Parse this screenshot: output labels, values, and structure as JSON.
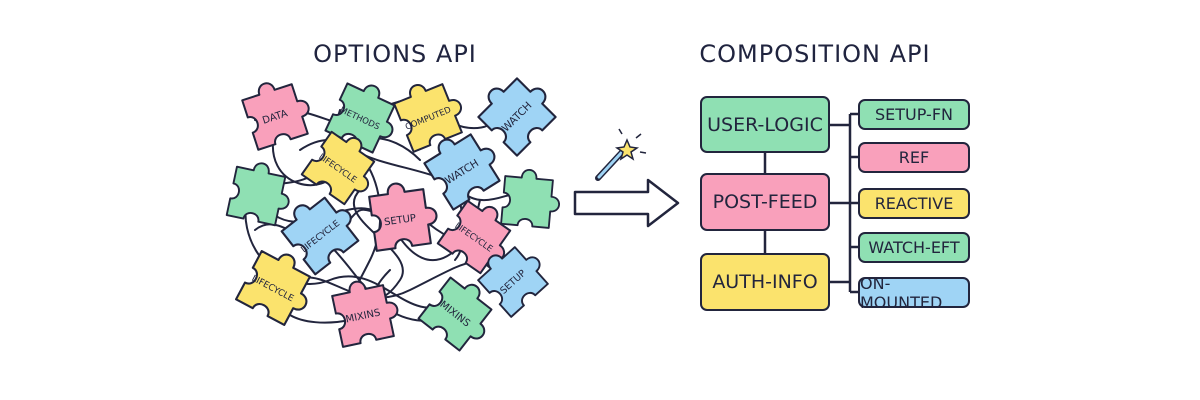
{
  "options_api": {
    "title": "OPTIONS API",
    "pieces": [
      {
        "label": "DATA",
        "color": "#f9a0bb"
      },
      {
        "label": "METHODS",
        "color": "#8fe0b3"
      },
      {
        "label": "COMPUTED",
        "color": "#fbe36d"
      },
      {
        "label": "WATCH",
        "color": "#9fd4f5"
      },
      {
        "label": "LIFECYCLE",
        "color": "#fbe36d"
      },
      {
        "label": "WATCH",
        "color": "#9fd4f5"
      },
      {
        "label": "",
        "color": "#8fe0b3"
      },
      {
        "label": "SETUP",
        "color": "#f9a0bb"
      },
      {
        "label": "",
        "color": "#8fe0b3"
      },
      {
        "label": "LIFECYCLE",
        "color": "#9fd4f5"
      },
      {
        "label": "LIFECYCLE",
        "color": "#f9a0bb"
      },
      {
        "label": "LIFECYCLE",
        "color": "#fbe36d"
      },
      {
        "label": "SETUP",
        "color": "#9fd4f5"
      },
      {
        "label": "MIXINS",
        "color": "#f9a0bb"
      },
      {
        "label": "MIXINS",
        "color": "#8fe0b3"
      }
    ]
  },
  "composition_api": {
    "title": "COMPOSITION API",
    "groups": [
      {
        "label": "USER-LOGIC",
        "color": "#8fe0b3"
      },
      {
        "label": "POST-FEED",
        "color": "#f9a0bb"
      },
      {
        "label": "AUTH-INFO",
        "color": "#fbe36d"
      }
    ],
    "functions": [
      {
        "label": "SETUP-FN",
        "color": "#8fe0b3"
      },
      {
        "label": "REF",
        "color": "#f9a0bb"
      },
      {
        "label": "REACTIVE",
        "color": "#fbe36d"
      },
      {
        "label": "WATCH-EFT",
        "color": "#8fe0b3"
      },
      {
        "label": "ON-MOUNTED",
        "color": "#9fd4f5"
      }
    ]
  },
  "icons": {
    "transform": "magic-wand-icon",
    "direction": "arrow-right-icon"
  }
}
